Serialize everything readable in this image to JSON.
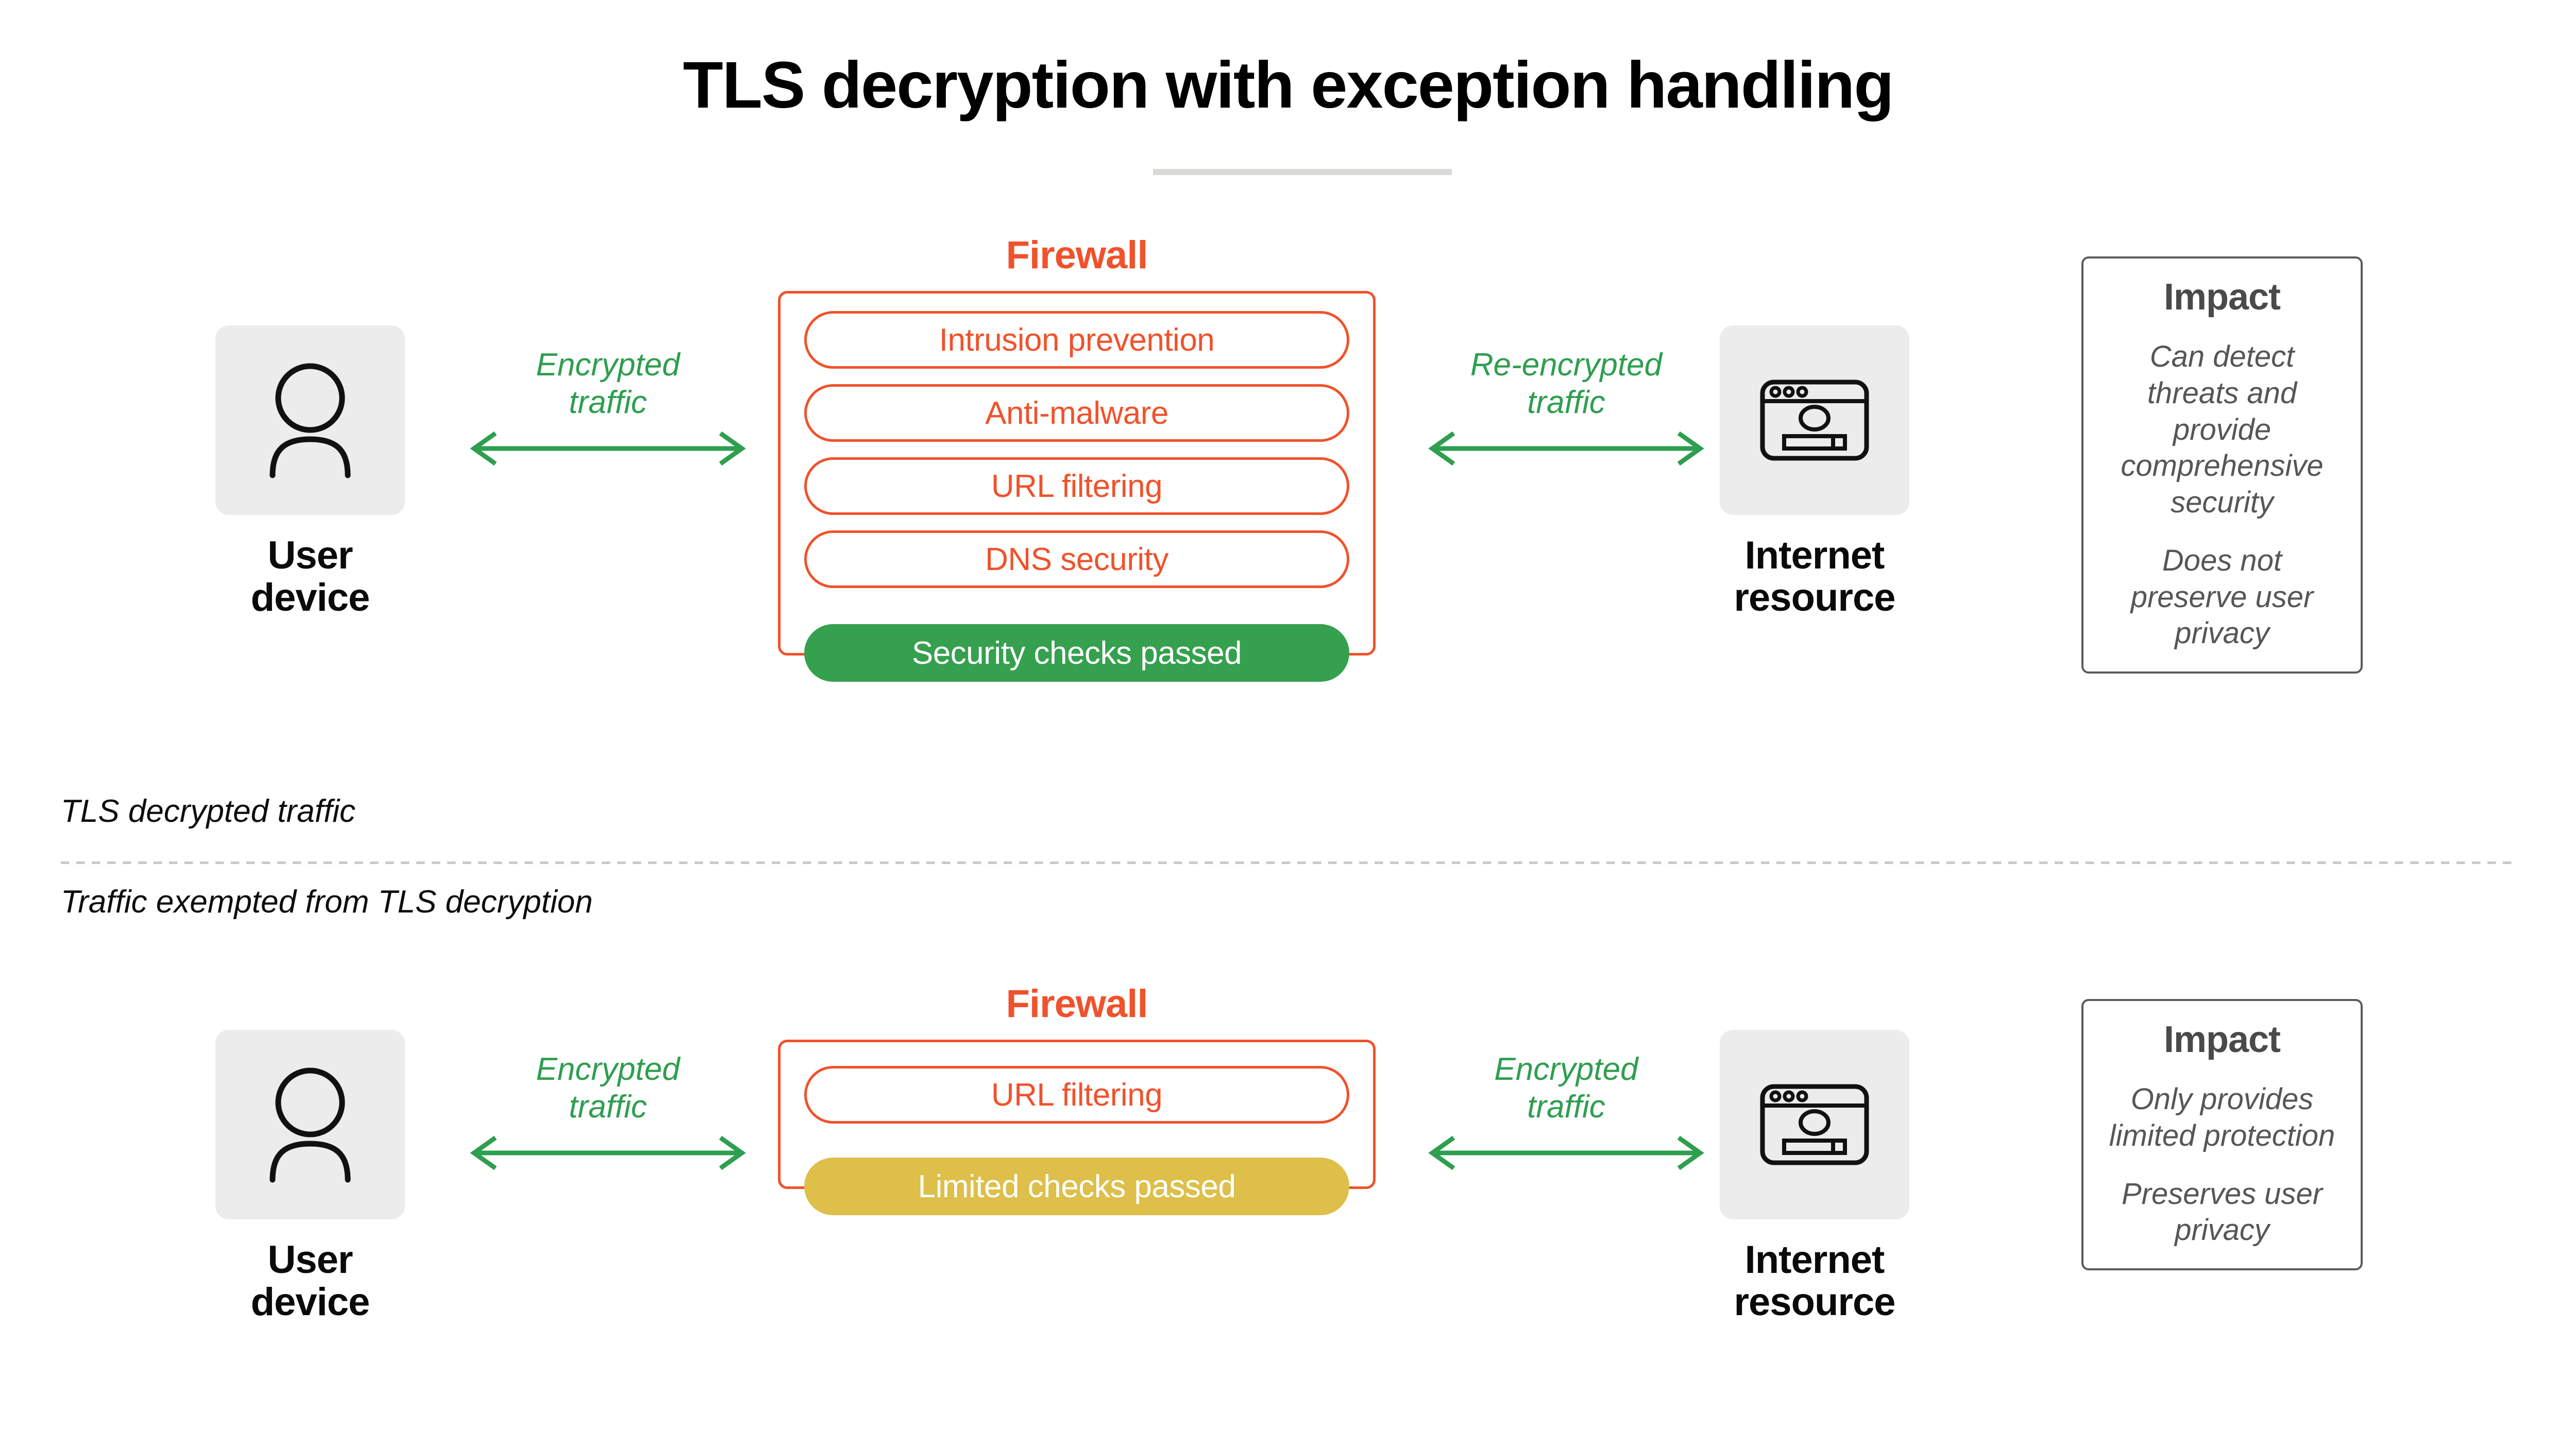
{
  "title": "TLS decryption with exception handling",
  "sections": [
    {
      "id": "decrypted",
      "user_device": {
        "label": "User device",
        "icon": "person-icon"
      },
      "left_arrow": {
        "label": "Encrypted\ntraffic"
      },
      "firewall": {
        "title": "Firewall",
        "pills": [
          "Intrusion prevention",
          "Anti-malware",
          "URL filtering",
          "DNS security"
        ],
        "status": {
          "label": "Security checks passed",
          "color": "#35a04d"
        }
      },
      "right_arrow": {
        "label": "Re-encrypted\ntraffic"
      },
      "internet_resource": {
        "label": "Internet\nresource",
        "icon": "browser-window-icon"
      },
      "impact": {
        "title": "Impact",
        "paragraphs": [
          "Can detect threats and provide comprehensive security",
          "Does not preserve user privacy"
        ]
      }
    },
    {
      "id": "exempted",
      "user_device": {
        "label": "User device",
        "icon": "person-icon"
      },
      "left_arrow": {
        "label": "Encrypted\ntraffic"
      },
      "firewall": {
        "title": "Firewall",
        "pills": [
          "URL filtering"
        ],
        "status": {
          "label": "Limited checks passed",
          "color": "#ddbf49"
        }
      },
      "right_arrow": {
        "label": "Encrypted\ntraffic"
      },
      "internet_resource": {
        "label": "Internet\nresource",
        "icon": "browser-window-icon"
      },
      "impact": {
        "title": "Impact",
        "paragraphs": [
          "Only provides limited protection",
          "Preserves user privacy"
        ]
      }
    }
  ],
  "separator": {
    "above_label": "TLS decrypted traffic",
    "below_label": "Traffic exempted from TLS decryption"
  },
  "colors": {
    "orange": "#f0522b",
    "green": "#2e9e4f",
    "green_fill": "#35a04d",
    "yellow_fill": "#ddbf49",
    "tile_gray": "#ececec",
    "impact_border": "#5b5b5b",
    "impact_text": "#565656",
    "rule_gray": "#d9d9d7",
    "dotted_gray": "#c9c9c9"
  }
}
